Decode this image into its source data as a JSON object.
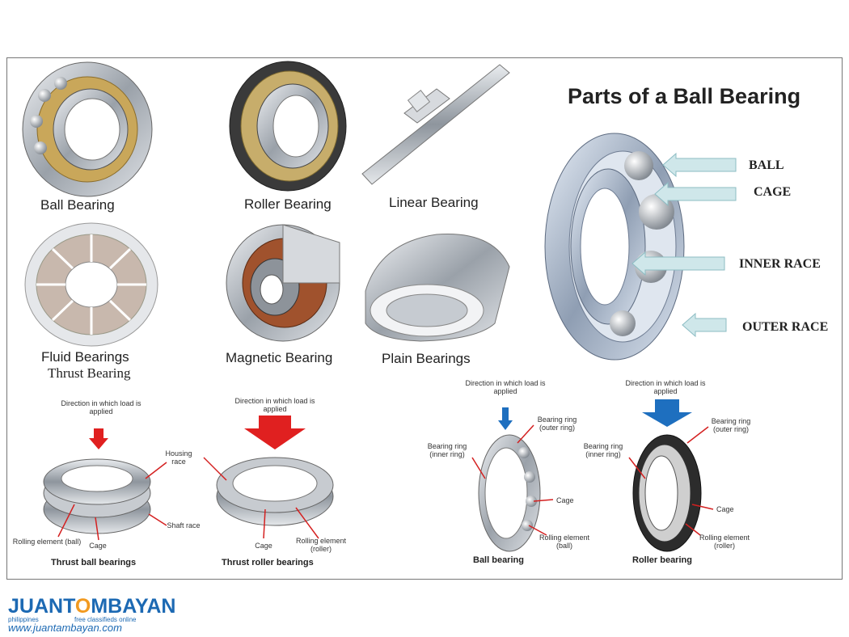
{
  "diagram": {
    "title": "Parts of a Ball Bearing",
    "bearing_types": [
      {
        "label": "Ball Bearing"
      },
      {
        "label": "Roller Bearing"
      },
      {
        "label": "Linear Bearing"
      },
      {
        "label": "Fluid Bearings"
      },
      {
        "label": "Thrust Bearing"
      },
      {
        "label": "Magnetic Bearing"
      },
      {
        "label": "Plain Bearings"
      }
    ],
    "parts": [
      "BALL",
      "CAGE",
      "INNER RACE",
      "OUTER RACE"
    ],
    "load_direction": "Direction in which load is applied",
    "thrust_ball": {
      "caption": "Thrust ball bearings",
      "housing_race": "Housing race",
      "shaft_race": "Shaft race",
      "rolling_element": "Rolling element (ball)",
      "cage": "Cage"
    },
    "thrust_roller": {
      "caption": "Thrust roller bearings",
      "cage": "Cage",
      "rolling_element": "Rolling element (roller)"
    },
    "ball_bearing": {
      "caption": "Ball bearing",
      "outer_ring": "Bearing ring (outer ring)",
      "inner_ring": "Bearing ring (inner ring)",
      "cage": "Cage",
      "rolling_element": "Rolling element (ball)"
    },
    "roller_bearing": {
      "caption": "Roller bearing",
      "outer_ring": "Bearing ring (outer ring)",
      "inner_ring": "Bearing ring (inner ring)",
      "cage": "Cage",
      "rolling_element": "Rolling element (roller)"
    }
  },
  "watermark": {
    "brand_part1": "JUANT",
    "brand_o": "O",
    "brand_part2": "MBAYAN",
    "left_sub": "philippines",
    "right_sub": "free classifieds online",
    "url": "www.juantambayan.com"
  },
  "colors": {
    "steel": "#b8bcc2",
    "arrow_red": "#e02020",
    "arrow_blue": "#1e6fbf",
    "callout_arrow": "#cfe7ea",
    "brand_blue": "#1c69b3",
    "brand_orange": "#f29a20"
  }
}
